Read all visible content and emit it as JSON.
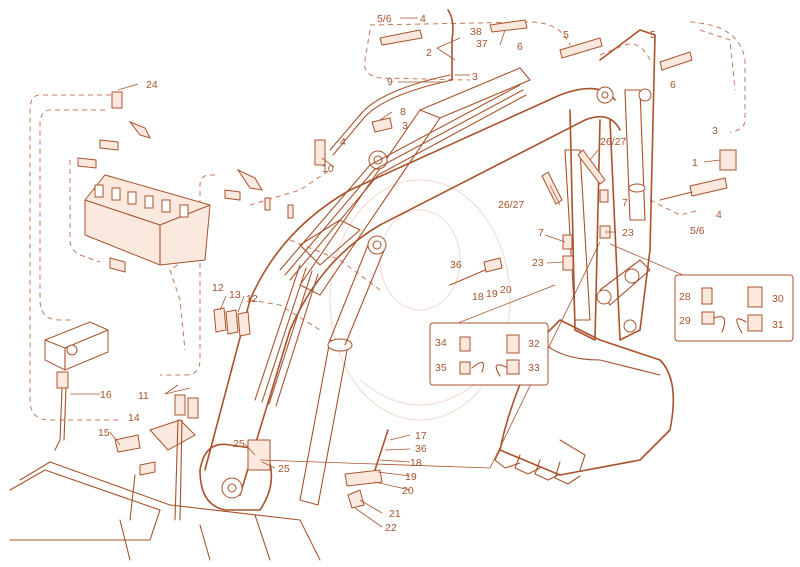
{
  "colors": {
    "line": "#a8532c",
    "background": "#ffffff",
    "dashed": "#c47a55"
  },
  "labels": {
    "l24": "24",
    "l5_6_top": "5/6",
    "l4_top": "4",
    "l2": "2",
    "l38": "38",
    "l37": "37",
    "l6_top": "6",
    "l5_a": "5",
    "l5_b": "5",
    "l6_right": "6",
    "l9": "9",
    "l3_top": "3",
    "l8": "8",
    "l3_mid": "3",
    "l4_mid": "4",
    "l10": "10",
    "l3_right": "3",
    "l1": "1",
    "l4_right": "4",
    "l5_6_right": "5/6",
    "l26_27_a": "26/27",
    "l26_27_b": "26/27",
    "l7_a": "7",
    "l7_b": "7",
    "l23_a": "23",
    "l23_b": "23",
    "l36_a": "36",
    "l18_a": "18",
    "l19_a": "19",
    "l20_a": "20",
    "l12_a": "12",
    "l13": "13",
    "l12_b": "12",
    "l34": "34",
    "l32": "32",
    "l35": "35",
    "l33": "33",
    "l28": "28",
    "l30": "30",
    "l29": "29",
    "l31": "31",
    "l16": "16",
    "l11": "11",
    "l14": "14",
    "l15": "15",
    "l25_a": "25",
    "l25_b": "25",
    "l17": "17",
    "l36_b": "36",
    "l18_b": "18",
    "l19_b": "19",
    "l20_b": "20",
    "l21": "21",
    "l22": "22"
  }
}
